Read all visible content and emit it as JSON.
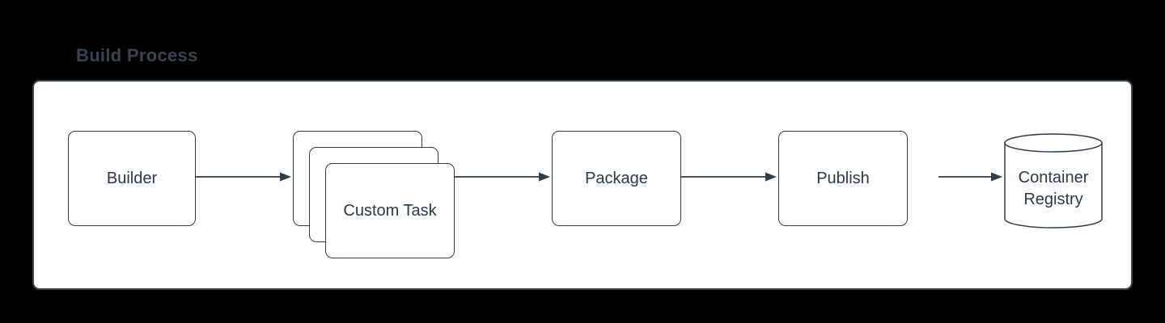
{
  "title": "Build Process",
  "colors": {
    "background": "#000000",
    "canvas_fill": "#ffffff",
    "canvas_border": "#3f4750",
    "shape_stroke": "#333e48",
    "shape_fill": "#ffffff",
    "node_text": "#2c3946",
    "title_text": "#3a434e",
    "arrow": "#333e48"
  },
  "diagram": {
    "nodes": [
      {
        "id": "builder",
        "label": "Builder",
        "shape": "rectangle"
      },
      {
        "id": "custom-task",
        "label": "Custom Task",
        "shape": "stacked-rectangle",
        "stack_count": 3
      },
      {
        "id": "package",
        "label": "Package",
        "shape": "rectangle"
      },
      {
        "id": "publish",
        "label": "Publish",
        "shape": "rectangle"
      },
      {
        "id": "container-registry",
        "label": "Container Registry",
        "shape": "cylinder"
      }
    ],
    "connections": [
      {
        "from": "builder",
        "to": "custom-task",
        "style": "solid-arrow"
      },
      {
        "from": "custom-task",
        "to": "package",
        "style": "solid-arrow"
      },
      {
        "from": "package",
        "to": "publish",
        "style": "solid-arrow"
      },
      {
        "from": "publish",
        "to": "container-registry",
        "style": "solid-arrow"
      }
    ]
  }
}
